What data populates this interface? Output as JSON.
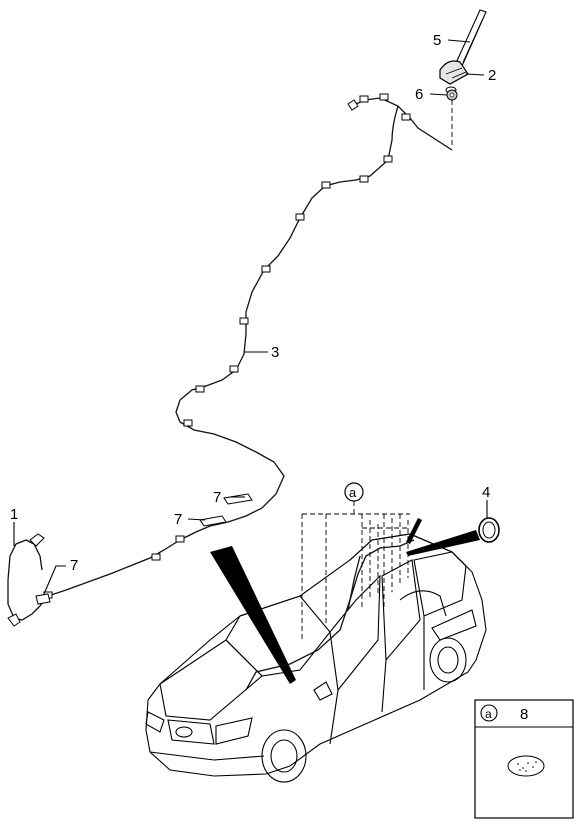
{
  "diagram": {
    "callouts": [
      {
        "id": "c5",
        "label": "5"
      },
      {
        "id": "c2",
        "label": "2"
      },
      {
        "id": "c6",
        "label": "6"
      },
      {
        "id": "c3",
        "label": "3"
      },
      {
        "id": "c4",
        "label": "4"
      },
      {
        "id": "c7a",
        "label": "7"
      },
      {
        "id": "c7b",
        "label": "7"
      },
      {
        "id": "c1",
        "label": "1"
      },
      {
        "id": "c7c",
        "label": "7"
      }
    ],
    "detail_marker": "a",
    "inset": {
      "marker": "a",
      "part_number": "8"
    }
  }
}
